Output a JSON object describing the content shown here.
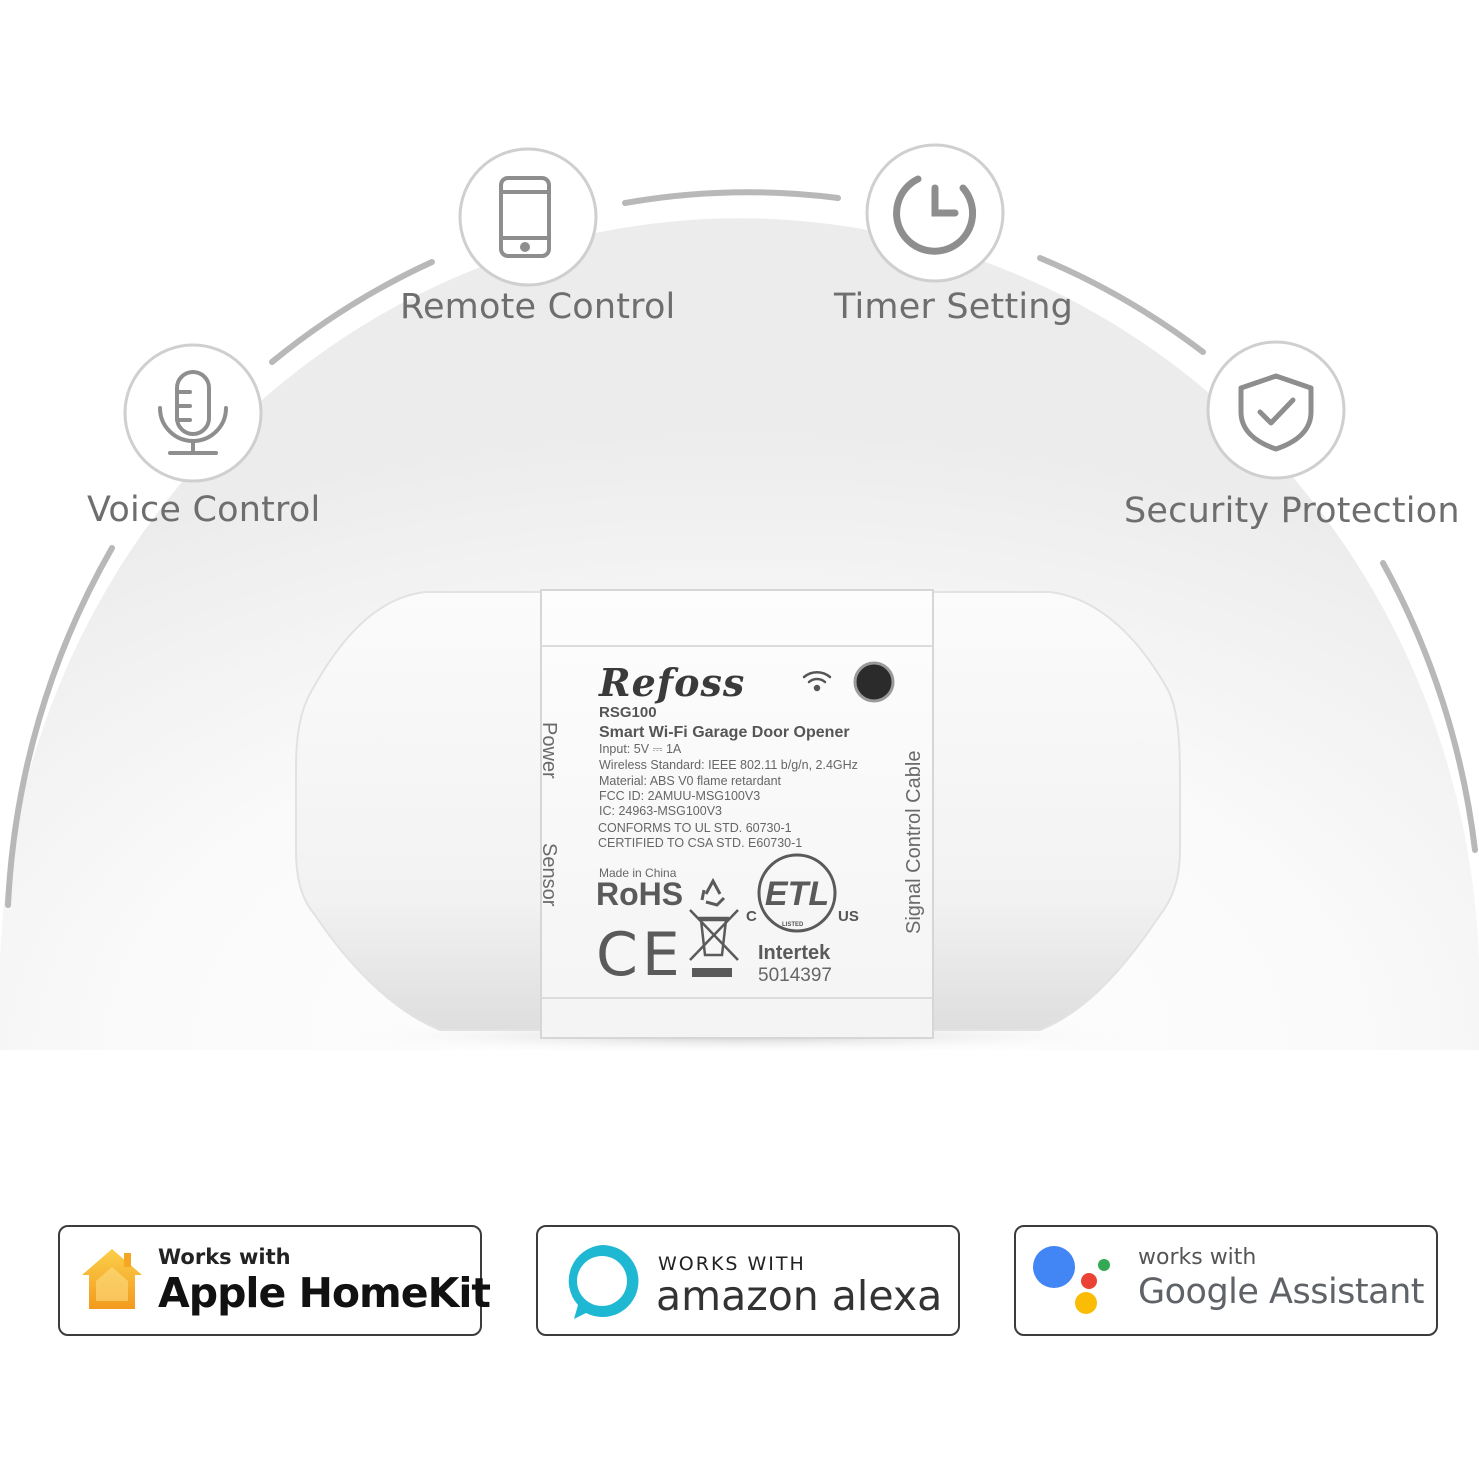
{
  "features": [
    {
      "label": "Remote Control",
      "icon": "smartphone-icon"
    },
    {
      "label": "Timer Setting",
      "icon": "clock-icon"
    },
    {
      "label": "Voice Control",
      "icon": "microphone-icon"
    },
    {
      "label": "Security Protection",
      "icon": "shield-check-icon"
    }
  ],
  "device": {
    "brand": "Refoss",
    "model": "RSG100",
    "product": "Smart Wi-Fi Garage Door Opener",
    "specs": [
      "Input: 5V ⎓ 1A",
      "Wireless Standard: IEEE 802.11 b/g/n, 2.4GHz",
      "Material: ABS V0 flame retardant",
      "FCC ID: 2AMUU-MSG100V3",
      "IC: 24963-MSG100V3",
      "CONFORMS TO UL STD. 60730-1",
      "CERTIFIED TO CSA STD. E60730-1"
    ],
    "made_in": "Made in China",
    "rohs": "RoHS",
    "ce": "CE",
    "etl_c": "C",
    "etl_us": "US",
    "etl_listed": "LISTED",
    "intertek": "Intertek",
    "cert_number": "5014397",
    "port_power": "Power",
    "port_sensor": "Sensor",
    "port_signal": "Signal Control Cable"
  },
  "badges": {
    "homekit": {
      "small": "Works with",
      "big": "Apple HomeKit"
    },
    "alexa": {
      "small": "WORKS WITH",
      "big": "amazon alexa"
    },
    "google": {
      "small": "works with",
      "big": "Google Assistant"
    }
  },
  "colors": {
    "arc": "#b5b5b5",
    "icon_gray": "#8a8a8a",
    "homekit_orange": "#f5a623",
    "alexa_cyan": "#1fb8d3",
    "google_blue": "#4285f4",
    "google_red": "#ea4335",
    "google_yellow": "#fbbc05",
    "google_green": "#34a853"
  }
}
